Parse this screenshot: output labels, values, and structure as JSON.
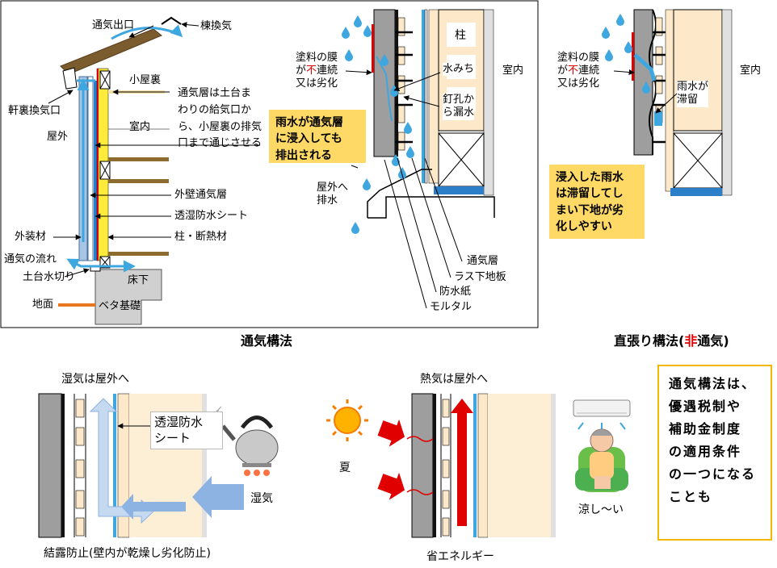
{
  "colors": {
    "accent_yellow": "#ffd966",
    "box_border": "#f5b800",
    "water": "#3fa7e0",
    "film_red": "#e00000",
    "wall_yellow": "#ffeb3b",
    "beige": "#fde9c9"
  },
  "icons": [
    "water-drop-icon",
    "sun-icon",
    "kettle-icon",
    "air-conditioner-icon",
    "person-icon",
    "arrow-icon"
  ],
  "diagram1": {
    "label_tsuki_deguchi": "通気出口",
    "label_munekanki": "棟換気",
    "label_noki_ura": "軒裏換気口",
    "label_koyaura": "小屋裏",
    "label_shitsunai": "室内",
    "label_okugai": "屋外",
    "label_tsuki_desc": "通気層は土台ま\nわりの給気口か\nら、小屋裏の排気\n口まで通じさせる",
    "label_gaiheki_tsuki": "外壁通気層",
    "label_toshitsu": "透湿防水シート",
    "label_hashira_dan": "柱・断熱材",
    "label_gaisouzai": "外装材",
    "label_tsuki_nagare": "通気の流れ",
    "label_dodai": "土台水切り",
    "label_jimen": "地面",
    "label_yukashita": "床下",
    "label_beta": "ベタ基礎"
  },
  "diagram2": {
    "label_toryo_1": "塗料の膜",
    "label_toryo_2a": "が",
    "label_toryo_2b": "不",
    "label_toryo_2c": "連続",
    "label_toryo_3": "又は劣化",
    "label_hashira": "柱",
    "label_mizumichi": "水みち",
    "label_shitsunai": "室内",
    "label_kugi": "釘孔か\nら漏水",
    "callout": "雨水が通気層\nに浸入しても\n排出される",
    "label_okugai_haisui": "屋外へ\n排水",
    "label_tsukiso": "通気層",
    "label_las": "ラス下地板",
    "label_bosui": "防水紙",
    "label_mortar": "モルタル"
  },
  "diagram3": {
    "label_toryo_1": "塗料の膜",
    "label_toryo_2a": "が",
    "label_toryo_2b": "不",
    "label_toryo_2c": "連続",
    "label_toryo_3": "又は劣化",
    "label_shitsunai": "室内",
    "label_tairyu": "雨水が\n滞留",
    "callout": "浸入した雨水\nは滞留してし\nまい下地が劣\n化しやすい"
  },
  "captions": {
    "tsuki_kouhou": "通気構法",
    "jikabari_1": "直張り構法(",
    "jikabari_2": "非",
    "jikabari_3": "通気)"
  },
  "bottom_left": {
    "title": "湿気は屋外へ",
    "sheet_label": "透湿防水\nシート",
    "shikke": "湿気",
    "caption": "結露防止(壁内が乾燥し劣化防止)"
  },
  "bottom_mid": {
    "title": "熱気は屋外へ",
    "natsu": "夏",
    "suzushii": "涼し～い",
    "caption": "省エネルギー"
  },
  "note_box": "通気構法は、\n優遇税制や\n補助金制度\nの適用条件\nの一つになる\nことも"
}
